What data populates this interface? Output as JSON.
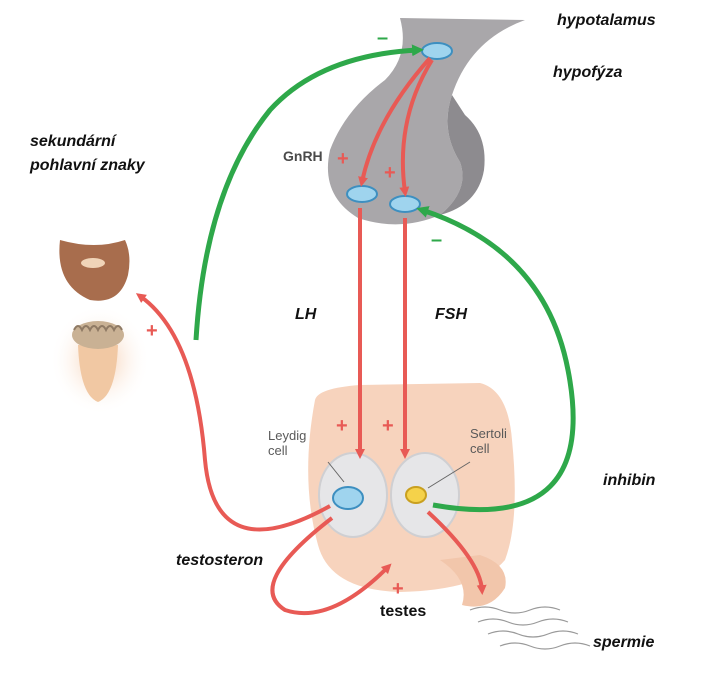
{
  "labels": {
    "hypothalamus": "hypotalamus",
    "pituitary": "hypofýza",
    "secondary_line1": "sekundární",
    "secondary_line2": "pohlavní znaky",
    "gnrh": "GnRH",
    "lh": "LH",
    "fsh": "FSH",
    "leydig_line1": "Leydig",
    "leydig_line2": "cell",
    "sertoli_line1": "Sertoli",
    "sertoli_line2": "cell",
    "inhibin": "inhibin",
    "testosterone": "testosteron",
    "testes": "testes",
    "sperm": "spermie"
  },
  "signs": {
    "plus": "+",
    "minus": "–"
  },
  "colors": {
    "stimulation": "#e85a55",
    "inhibition": "#2ea84a",
    "gland": "#a9a7aa",
    "gland_dark": "#8d8b8f",
    "testis_tissue": "#f7d3bd",
    "cell": "#9fd4ee"
  }
}
